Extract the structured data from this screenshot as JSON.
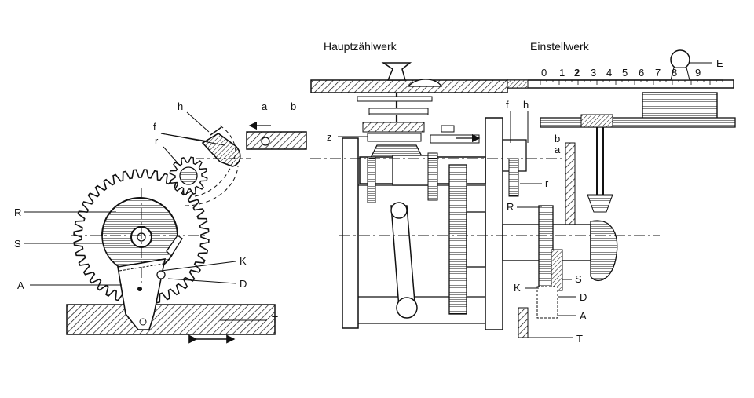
{
  "headings": {
    "main_counter": "Hauptzählwerk",
    "setting_mechanism": "Einstellwerk"
  },
  "scale_digits": [
    "0",
    "1",
    "2",
    "3",
    "4",
    "5",
    "6",
    "7",
    "8",
    "9"
  ],
  "left_view_labels": {
    "h": "h",
    "a": "a",
    "b": "b",
    "f": "f",
    "r": "r",
    "R": "R",
    "S": "S",
    "A": "A",
    "K": "K",
    "D": "D",
    "T": "T"
  },
  "right_view_labels": {
    "E": "E",
    "z": "z",
    "f": "f",
    "h": "h",
    "b": "b",
    "a": "a",
    "r": "r",
    "R": "R",
    "K": "K",
    "S": "S",
    "D": "D",
    "A": "A",
    "T": "T"
  }
}
